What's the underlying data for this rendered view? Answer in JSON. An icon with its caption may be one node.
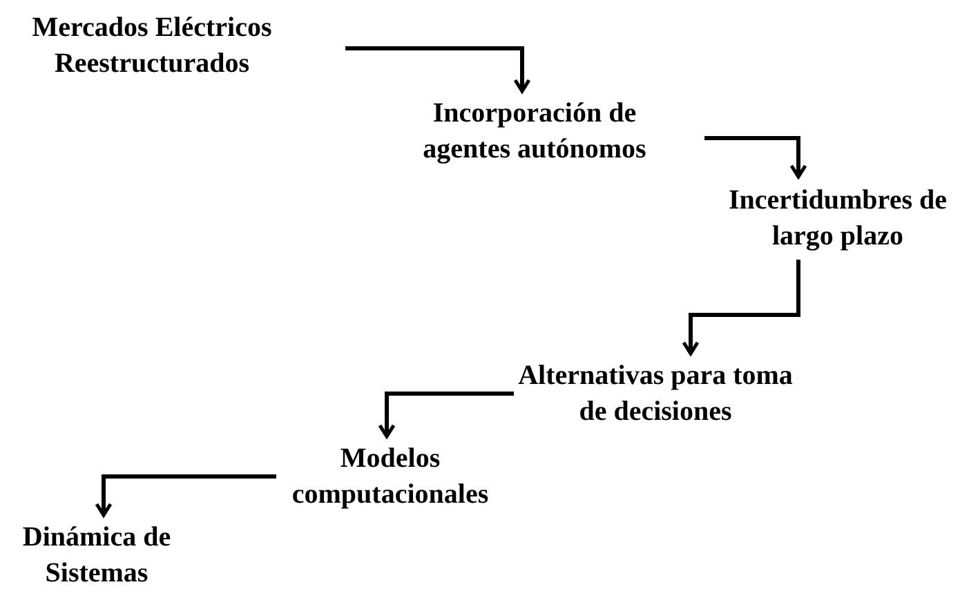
{
  "diagram": {
    "nodes": [
      {
        "text": [
          "Mercados Eléctricos Reestructurados"
        ]
      },
      {
        "text": [
          "Incorporación de agentes autónomos"
        ]
      },
      {
        "text": [
          "Incertidumbres de largo plazo"
        ]
      },
      {
        "text": [
          "Alternativas para toma de decisiones"
        ]
      },
      {
        "text": [
          "Modelos computacionales"
        ]
      },
      {
        "text": [
          "Dinámica de Sistemas"
        ]
      }
    ],
    "edges": [
      {
        "from": 0,
        "to": 1,
        "arrow": "to"
      },
      {
        "from": 1,
        "to": 2,
        "arrow": "to"
      },
      {
        "from": 2,
        "to": 3,
        "arrow": "to"
      },
      {
        "from": 3,
        "to": 4,
        "arrow": "to"
      },
      {
        "from": 4,
        "to": 5,
        "arrow": "to"
      }
    ]
  }
}
